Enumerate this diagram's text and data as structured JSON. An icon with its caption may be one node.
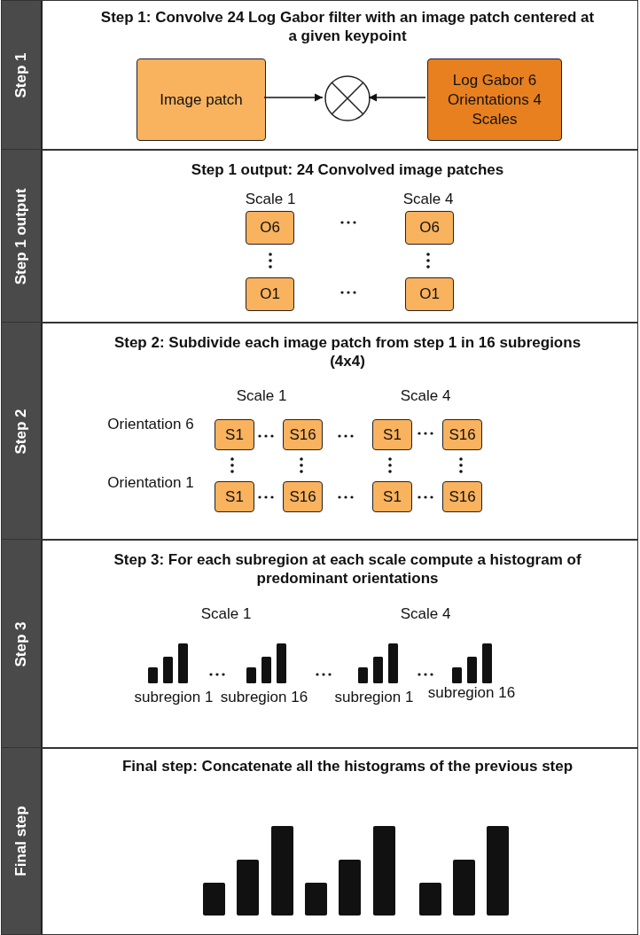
{
  "diagram": {
    "nodes": [
      {
        "text": [
          "Step 1",
          "Step 1: Convolve 24 Log Gabor filter with an image patch centered at a given keypoint"
        ]
      },
      {
        "text": [
          "Image patch"
        ],
        "in": 0
      },
      {
        "text": [],
        "shape": "circle",
        "in": 0
      },
      {
        "text": [
          "Log Gabor 6 Orientations 4 Scales"
        ],
        "in": 0
      },
      {
        "text": [
          "Step 1 output",
          "Step 1 output: 24 Convolved image patches"
        ]
      },
      {
        "text": [
          "O6"
        ],
        "in": 4
      },
      {
        "text": [
          "O6"
        ],
        "in": 4
      },
      {
        "text": [
          "O1"
        ],
        "in": 4
      },
      {
        "text": [
          "O1"
        ],
        "in": 4
      },
      {
        "text": [
          "Step 2",
          "Step 2: Subdivide each image patch from step 1 in 16 subregions (4x4)"
        ]
      },
      {
        "text": [
          "S1"
        ],
        "in": 9
      },
      {
        "text": [
          "S16"
        ],
        "in": 9
      },
      {
        "text": [
          "S1"
        ],
        "in": 9
      },
      {
        "text": [
          "S16"
        ],
        "in": 9
      },
      {
        "text": [
          "S1"
        ],
        "in": 9
      },
      {
        "text": [
          "S16"
        ],
        "in": 9
      },
      {
        "text": [
          "S1"
        ],
        "in": 9
      },
      {
        "text": [
          "S16"
        ],
        "in": 9
      },
      {
        "text": [
          "Step 3",
          "Step 3: For each subregion at each scale compute a histogram of predominant orientations"
        ]
      },
      {
        "text": [
          "Final step",
          "Final step: Concatenate all the histograms of the previous step"
        ]
      }
    ],
    "edges": [
      {
        "from": 1,
        "to": 2,
        "arrow": "to"
      },
      {
        "from": 3,
        "to": 2,
        "arrow": "to"
      }
    ],
    "labels": [
      "Scale 1",
      "Scale 4",
      "Scale 1",
      "Scale 4",
      "Orientation 6",
      "Orientation 1",
      "Scale 1",
      "Scale 4",
      "subregion 1",
      "subregion 16",
      "subregion 1",
      "subregion 16"
    ]
  }
}
